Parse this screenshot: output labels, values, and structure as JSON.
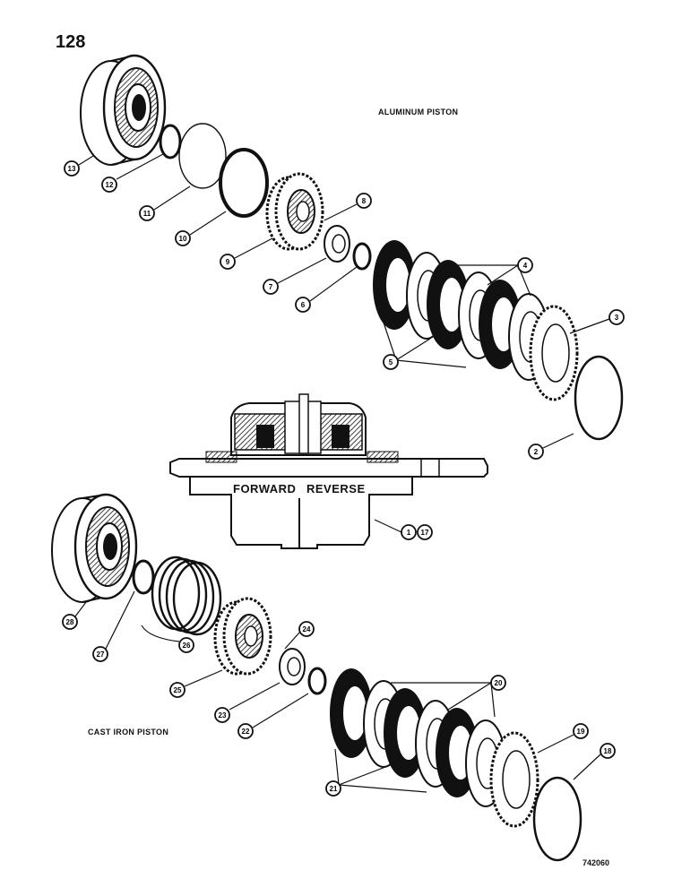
{
  "page_number": "128",
  "labels": {
    "aluminum_piston": "ALUMINUM PISTON",
    "cast_iron_piston": "CAST IRON PISTON",
    "forward": "FORWARD",
    "reverse": "REVERSE",
    "drawing_code": "742060"
  },
  "callouts": {
    "c1": "1",
    "c2": "2",
    "c3": "3",
    "c4": "4",
    "c5": "5",
    "c6": "6",
    "c7": "7",
    "c8": "8",
    "c9": "9",
    "c10": "10",
    "c11": "11",
    "c12": "12",
    "c13": "13",
    "c17": "17",
    "c18": "18",
    "c19": "19",
    "c20": "20",
    "c21": "21",
    "c22": "22",
    "c23": "23",
    "c24": "24",
    "c25": "25",
    "c26": "26",
    "c27": "27",
    "c28": "28"
  }
}
